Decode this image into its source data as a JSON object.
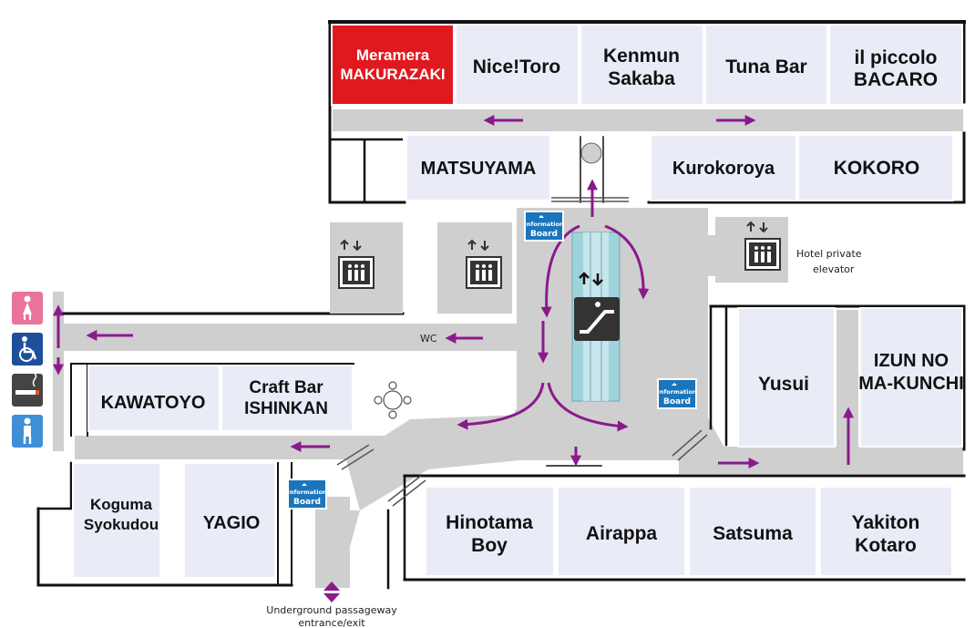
{
  "map": {
    "shops": {
      "meramera": {
        "lines": [
          "Meramera",
          "MAKURAZAKI"
        ],
        "fill": "#e0191f",
        "text_color": "#ffffff"
      },
      "nicetoro": {
        "lines": [
          "Nice!Toro"
        ]
      },
      "kenmun": {
        "lines": [
          "Kenmun",
          "Sakaba"
        ]
      },
      "tunabar": {
        "lines": [
          "Tuna Bar"
        ]
      },
      "ilpiccolo": {
        "lines": [
          "il piccolo",
          "BACARO"
        ]
      },
      "matsuyama": {
        "lines": [
          "MATSUYAMA"
        ]
      },
      "kurokoroya": {
        "lines": [
          "Kurokoroya"
        ]
      },
      "kokoro": {
        "lines": [
          "KOKORO"
        ]
      },
      "yusui": {
        "lines": [
          "Yusui"
        ]
      },
      "izun": {
        "lines": [
          "IZUN NO",
          "MA-KUNCHI"
        ]
      },
      "kawatoyo": {
        "lines": [
          "KAWATOYO"
        ]
      },
      "craftbar": {
        "lines": [
          "Craft Bar",
          "ISHINKAN"
        ]
      },
      "koguma": {
        "lines": [
          "Koguma",
          "Syokudou"
        ]
      },
      "yagio": {
        "lines": [
          "YAGIO"
        ]
      },
      "hinotama": {
        "lines": [
          "Hinotama",
          "Boy"
        ]
      },
      "airappa": {
        "lines": [
          "Airappa"
        ]
      },
      "satsuma": {
        "lines": [
          "Satsuma"
        ]
      },
      "yakiton": {
        "lines": [
          "Yakiton",
          "Kotaro"
        ]
      }
    },
    "labels": {
      "wc": "WC",
      "hotel_elevator": [
        "Hotel private",
        "elevator"
      ],
      "underground": [
        "Underground passageway",
        "entrance/exit"
      ],
      "info_board": [
        "Information",
        "Board"
      ]
    },
    "icons": [
      "escalator-icon",
      "elevator-icon",
      "womens-restroom-icon",
      "accessible-restroom-icon",
      "smoking-area-icon",
      "mens-restroom-icon",
      "direction-arrow-icon"
    ],
    "colors": {
      "shop_fill": "#e9ecf7",
      "corridor": "#cfcfcf",
      "wall": "#111111",
      "arrow": "#8a1a8c",
      "info_board": "#1b75bc",
      "womens_icon": "#e8739b",
      "accessible_icon": "#1d4f9c",
      "smoking_icon": "#444444",
      "mens_icon": "#3f8fd6"
    }
  }
}
